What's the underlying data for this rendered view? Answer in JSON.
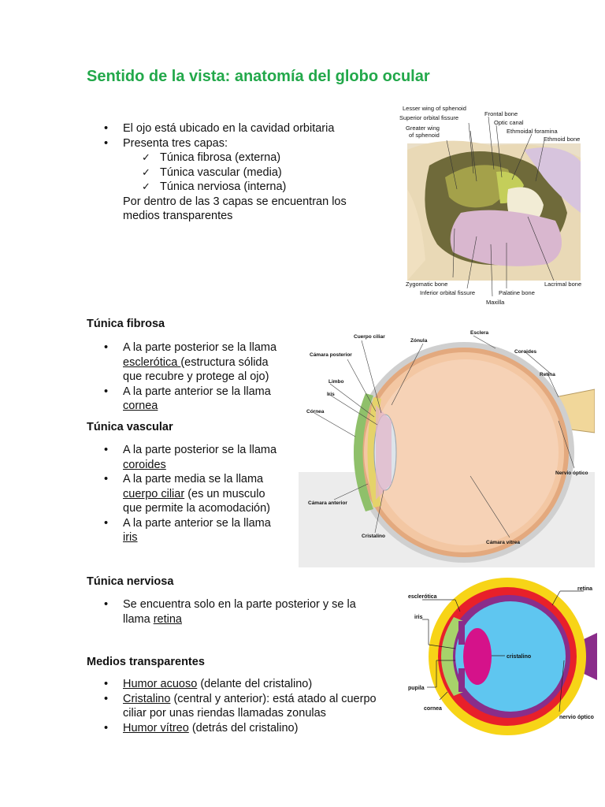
{
  "title": "Sentido de la vista: anatomía del globo ocular",
  "intro": {
    "bullets": [
      "El ojo está ubicado en la cavidad orbitaria",
      "Presenta tres capas:"
    ],
    "checks": [
      "Túnica fibrosa (externa)",
      "Túnica vascular (media)",
      "Túnica nerviosa (interna)"
    ],
    "note_line1": "Por dentro de las 3 capas se encuentran los",
    "note_line2": "medios transparentes"
  },
  "orbit_figure": {
    "labels": {
      "lesser_wing": "Lesser wing of sphenoid",
      "superior_fissure": "Superior orbital fissure",
      "greater_wing_1": "Greater wing",
      "greater_wing_2": "of sphenoid",
      "frontal": "Frontal bone",
      "optic": "Optic canal",
      "ethmoidal_foramina": "Ethmoidal foramina",
      "ethmoid": "Ethmoid bone",
      "zygomatic": "Zygomatic bone",
      "inferior_fissure": "Inferior orbital fissure",
      "maxilla": "Maxilla",
      "palatine": "Palatine bone",
      "lacrimal": "Lacrimal bone"
    }
  },
  "tunica_fibrosa": {
    "heading": "Túnica fibrosa",
    "b1_line1": "A la parte posterior se la llama",
    "b1_term": "esclerótica ",
    "b1_rest": "(estructura sólida",
    "b1_line3": "que recubre y protege al ojo)",
    "b2_line1": "A la parte anterior se la llama",
    "b2_term": "cornea"
  },
  "tunica_vascular": {
    "heading": "Túnica vascular",
    "b1_line1": "A la parte posterior se la llama",
    "b1_term": "coroides",
    "b2_line1": "A la parte media se la llama",
    "b2_term": "cuerpo ciliar",
    "b2_rest": " (es un musculo",
    "b2_line3": "que permite la acomodación)",
    "b3_line1": "A la parte anterior se la llama",
    "b3_term": "iris"
  },
  "eye_section_figure": {
    "labels": {
      "cuerpo_ciliar": "Cuerpo ciliar",
      "zonula": "Zónula",
      "esclera": "Esclera",
      "camara_posterior": "Cámara posterior",
      "coroides": "Coroides",
      "retina": "Retina",
      "limbo": "Limbo",
      "iris": "Iris",
      "cornea": "Córnea",
      "nervio_optico": "Nervio óptico",
      "camara_anterior": "Cámara anterior",
      "cristalino": "Cristalino",
      "camara_vitrea": "Cámara vítrea"
    }
  },
  "tunica_nerviosa": {
    "heading": "Túnica nerviosa",
    "b1_line1": "Se encuentra solo en la parte posterior y se la",
    "b1_prefix": "llama ",
    "b1_term": "retina"
  },
  "medios": {
    "heading": "Medios transparentes",
    "b1_term": "Humor acuoso",
    "b1_rest": " (delante del cristalino)",
    "b2_term": "Cristalino",
    "b2_rest": " (central y anterior): está atado al cuerpo",
    "b2_line2": "ciliar por unas riendas llamadas zonulas",
    "b3_term": "Humor  vítreo",
    "b3_rest": " (detrás del cristalino)"
  },
  "color_eye_figure": {
    "labels": {
      "esclerotica": "esclerótica",
      "retina": "retina",
      "iris": "iris",
      "cristalino": "cristalino",
      "pupila": "pupila",
      "cornea": "cornea",
      "nervio_optico": "nervio óptico"
    }
  },
  "colors": {
    "title": "#22a84a",
    "sclera": "#f7d417",
    "choroid": "#e8202a",
    "retina_layer": "#8a2d8a",
    "vitreous": "#5fc6f0",
    "lens": "#d5128a",
    "cornea": "#a7d26a"
  }
}
